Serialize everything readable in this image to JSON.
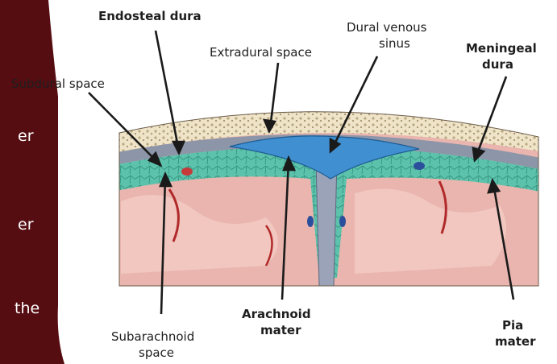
{
  "labels": {
    "endosteal_dura": "Endosteal dura",
    "dural_venous_sinus_1": "Dural venous",
    "dural_venous_sinus_2": "sinus",
    "extradural_space": "Extradural space",
    "meningeal_dura_1": "Meningeal",
    "meningeal_dura_2": "dura",
    "subdural_space": "Subdural space",
    "arachnoid_mater_1": "Arachnoid",
    "arachnoid_mater_2": "mater",
    "pia_mater_1": "Pia",
    "pia_mater_2": "mater",
    "subarachnoid_space_1": "Subarachnoid",
    "subarachnoid_space_2": "space"
  },
  "side_text": {
    "line1": "er",
    "line2": "er",
    "line3": "the"
  },
  "colors": {
    "background": "#560d12",
    "panel": "#ffffff",
    "bone": "#e8dcc0",
    "dura": "#8d95a8",
    "sinus": "#3f8fd1",
    "arachnoid": "#4fb8a3",
    "brain": "#e7b3ad"
  }
}
